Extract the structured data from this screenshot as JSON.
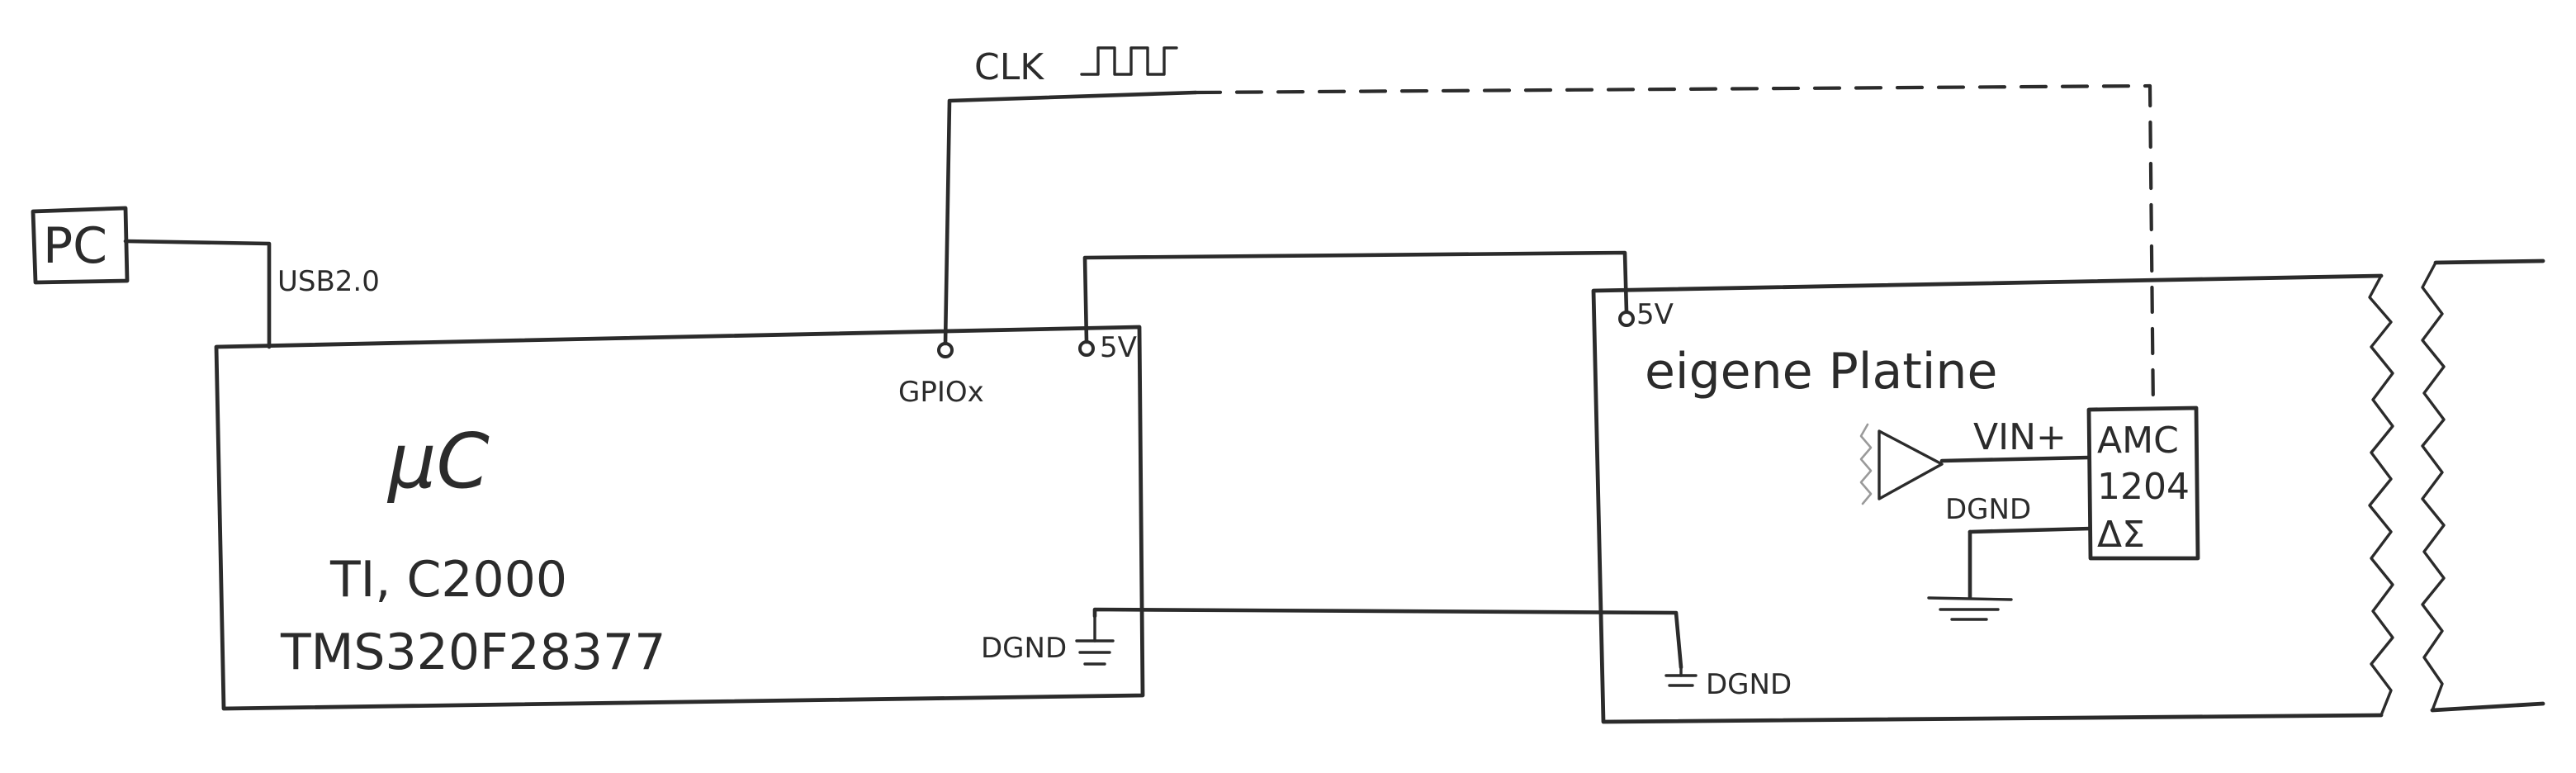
{
  "labels": {
    "pc": "PC",
    "usb": "USB2.0",
    "clk": "CLK",
    "gpio": "GPIOx",
    "mcu_5v": "5V",
    "mcu_title": "μC",
    "mcu_vendor": "TI, C2000",
    "mcu_part": "TMS320F28377",
    "mcu_dgnd": "DGND",
    "board_5v": "5V",
    "board_title": "eigene Platine",
    "board_dgnd": "DGND",
    "vin": "VIN+",
    "dgnd_small": "DGND",
    "amc_line1": "AMC",
    "amc_line2": "1204",
    "amc_line3": "ΔΣ"
  },
  "colors": {
    "ink": "#2b2b2b",
    "faint": "#9a9a9a",
    "background": "#ffffff"
  }
}
